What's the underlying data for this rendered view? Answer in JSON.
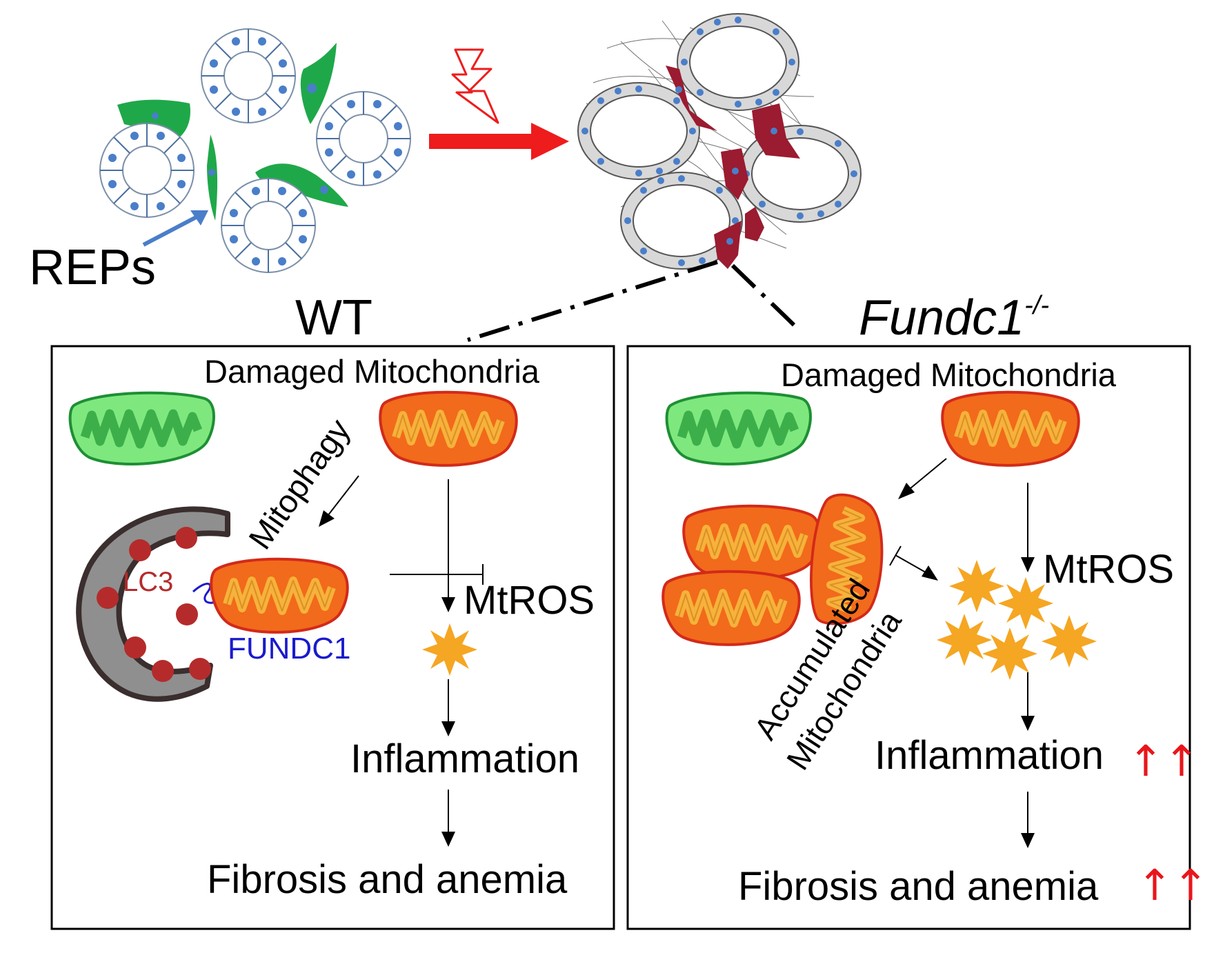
{
  "top": {
    "reps_label": "REPs",
    "colors": {
      "rep_green": "#1fa84a",
      "fibro_red": "#9b1b30",
      "arrow_red": "#ee1c1c",
      "nucleus_blue": "#4a7ec9"
    },
    "icons": [
      "lightning-bolt-icon",
      "right-arrow-icon"
    ]
  },
  "wt": {
    "title": "WT",
    "damaged_label": "Damaged Mitochondria",
    "mitophagy_label": "Mitophagy",
    "lc3_label": "LC3",
    "fundc1_label": "FUNDC1",
    "mtros_label": "MtROS",
    "inflammation_label": "Inflammation",
    "fibrosis_label": "Fibrosis and anemia"
  },
  "ko": {
    "title_main": "Fundc1",
    "title_sup": "-/-",
    "damaged_label": "Damaged Mitochondria",
    "accumulated_line1": "Accumulated",
    "accumulated_line2": "Mitochondria",
    "mtros_label": "MtROS",
    "inflammation_label": "Inflammation",
    "fibrosis_label": "Fibrosis and anemia",
    "increase_marker": "↑↑"
  },
  "colors": {
    "healthy_mito": "#7ee87e",
    "damaged_mito": "#f26a1b",
    "mito_cristae_orange": "#f6b23a",
    "ros_star": "#f5a623",
    "lc3_red": "#b52b2b",
    "fundc1_blue": "#1a1acc",
    "increase_red": "#e8161b",
    "phagophore_gray": "#8f8f8f"
  }
}
